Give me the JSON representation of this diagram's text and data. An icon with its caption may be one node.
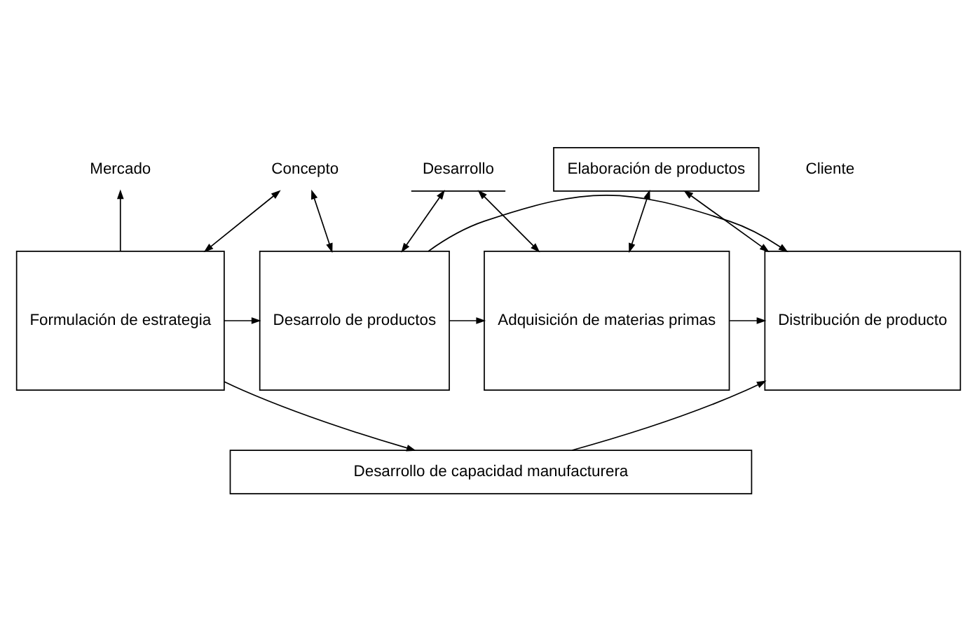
{
  "diagram": {
    "nodes": [
      {
        "text": [
          "Concepto"
        ]
      },
      {
        "text": [
          "Desarrollo"
        ]
      },
      {
        "text": [
          "Mercado"
        ]
      },
      {
        "text": [
          "Elaboración de productos"
        ]
      },
      {
        "text": [
          "Formulación de estrategia"
        ]
      },
      {
        "text": [
          "Desarrolo de productos"
        ]
      },
      {
        "text": [
          "Adquisición de materias primas"
        ]
      },
      {
        "text": [
          "Distribución de producto"
        ]
      },
      {
        "text": [
          "Desarrollo de capacidad manufacturera"
        ]
      }
    ],
    "edges": [
      {
        "from": 4,
        "to": 2,
        "arrow": "to"
      },
      {
        "from": 0,
        "to": 4,
        "arrow": "both"
      },
      {
        "from": 0,
        "to": 5,
        "arrow": "both"
      },
      {
        "from": 1,
        "to": 5,
        "arrow": "both"
      },
      {
        "from": 1,
        "to": 6,
        "arrow": "both"
      },
      {
        "from": 3,
        "to": 6,
        "arrow": "both"
      },
      {
        "from": 3,
        "to": 7,
        "arrow": "both"
      },
      {
        "from": 4,
        "to": 5,
        "arrow": "to"
      },
      {
        "from": 5,
        "to": 6,
        "arrow": "to"
      },
      {
        "from": 6,
        "to": 7,
        "arrow": "to"
      },
      {
        "from": 5,
        "to": 7,
        "arrow": "to"
      },
      {
        "from": 4,
        "to": 8,
        "arrow": "to"
      },
      {
        "from": 8,
        "to": 7,
        "arrow": "to"
      }
    ],
    "labels": [
      "Cliente"
    ]
  }
}
